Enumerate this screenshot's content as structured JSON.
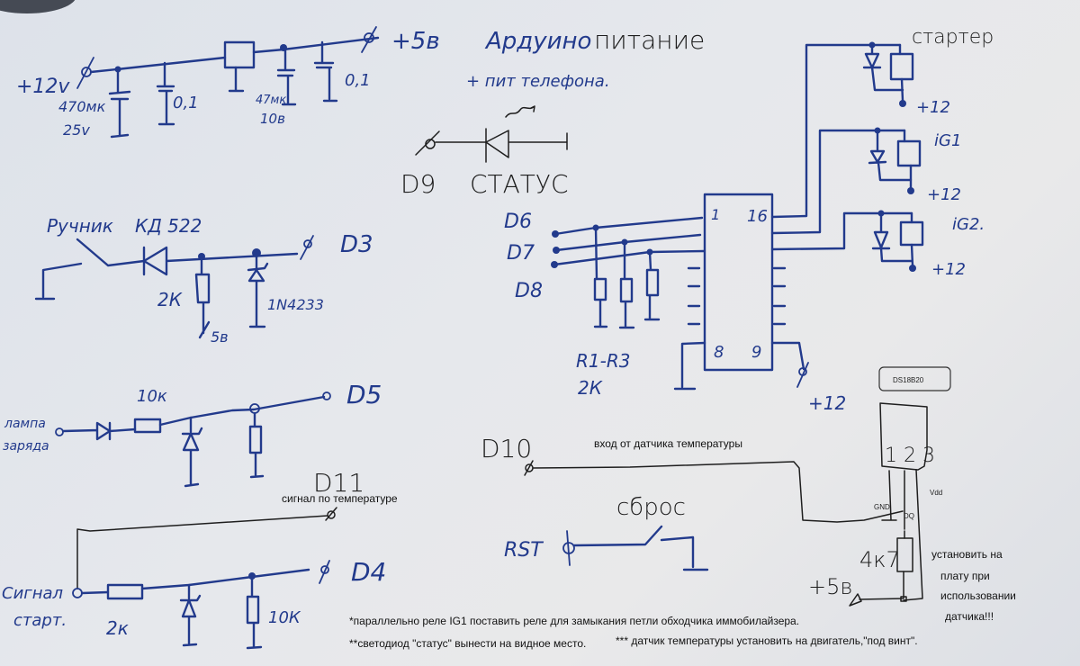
{
  "power_section": {
    "input_label": "+12v",
    "c1_value": "470мк",
    "c1_voltage": "25v",
    "c2_value": "0,1",
    "c3_value": "47мк",
    "c3_voltage": "10в",
    "c4_value": "0,1",
    "output_label": "+5в",
    "title_blue": "Ардуино",
    "title_black": "питание",
    "subtitle": "+ пит телефона."
  },
  "status_led": {
    "pin": "D9",
    "label": "СТАТУС"
  },
  "handbrake_circuit": {
    "switch_label": "Ручник",
    "diode_label": "КД 522",
    "resistor_label": "2К",
    "supply_label": "5в",
    "zener_label": "1N4233",
    "pin": "D3"
  },
  "charge_lamp_circuit": {
    "input_label_line1": "лампа",
    "input_label_line2": "заряда",
    "resistor_label": "10к",
    "pin": "D5"
  },
  "temperature_signal": {
    "pin": "D11",
    "label": "сигнал по температуре"
  },
  "starter_signal_circuit": {
    "input_label_line1": "Сигнал",
    "input_label_line2": "старт.",
    "resistor1_label": "2к",
    "resistor2_label": "10К",
    "pin": "D4"
  },
  "driver_ic": {
    "pin_inputs": [
      "D6",
      "D7",
      "D8"
    ],
    "pin1": "1",
    "pin16": "16",
    "pin8": "8",
    "pin9": "9",
    "resistors_label": "R1-R3",
    "resistors_value": "2К",
    "supply_label": "+12"
  },
  "relays": [
    {
      "name": "стартер",
      "supply": "+12"
    },
    {
      "name": "iG1",
      "supply": "+12"
    },
    {
      "name": "iG2.",
      "supply": "+12"
    }
  ],
  "sensor_input": {
    "pin": "D10",
    "label": "вход от датчика температуры"
  },
  "reset": {
    "label": "сброс",
    "pin": "RST"
  },
  "ds18b20": {
    "chip_name": "DS18B20",
    "pin_numbers": "1 2 3",
    "gnd_label": "GND",
    "dq_label": "DQ",
    "vdd_label": "Vdd",
    "resistor_label": "4к7",
    "supply_label": "+5в",
    "note_lines": [
      "установить на",
      "плату при",
      "использовании",
      "датчика!!!"
    ]
  },
  "footnotes": {
    "note1": "*параллельно реле IG1 поставить реле для замыкания петли обходчика иммобилайзера.",
    "note2": "**светодиод \"статус\" вынести на видное место.",
    "note3": "*** датчик температуры установить на двигатель,\"под винт\"."
  },
  "colors": {
    "ink_blue": "#223a8c",
    "pen_black": "#1e1e1e",
    "paper": "#e3e6eb"
  }
}
